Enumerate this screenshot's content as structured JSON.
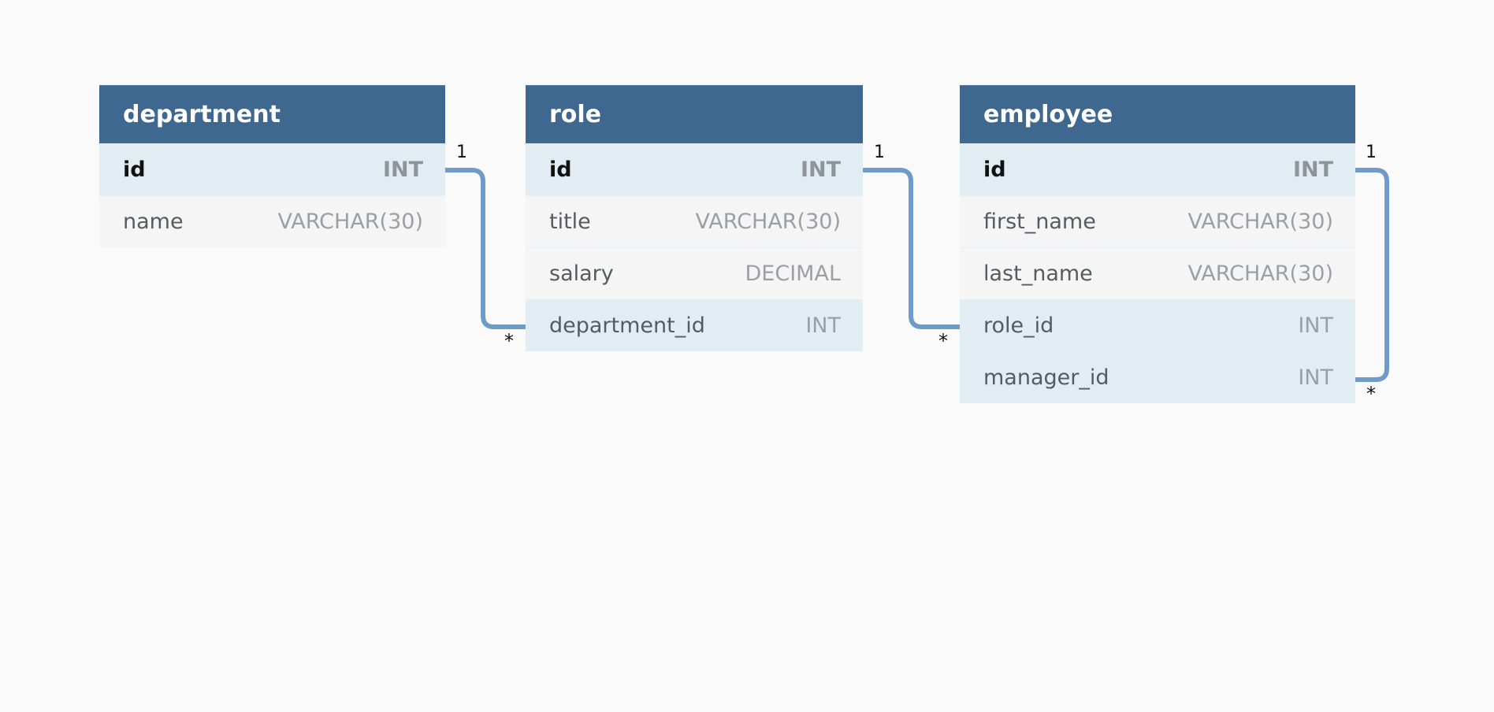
{
  "tables": {
    "department": {
      "name": "department",
      "columns": [
        {
          "name": "id",
          "type": "INT"
        },
        {
          "name": "name",
          "type": "VARCHAR(30)"
        }
      ]
    },
    "role": {
      "name": "role",
      "columns": [
        {
          "name": "id",
          "type": "INT"
        },
        {
          "name": "title",
          "type": "VARCHAR(30)"
        },
        {
          "name": "salary",
          "type": "DECIMAL"
        },
        {
          "name": "department_id",
          "type": "INT"
        }
      ]
    },
    "employee": {
      "name": "employee",
      "columns": [
        {
          "name": "id",
          "type": "INT"
        },
        {
          "name": "first_name",
          "type": "VARCHAR(30)"
        },
        {
          "name": "last_name",
          "type": "VARCHAR(30)"
        },
        {
          "name": "role_id",
          "type": "INT"
        },
        {
          "name": "manager_id",
          "type": "INT"
        }
      ]
    }
  },
  "relations": [
    {
      "from": "department.id",
      "to": "role.department_id",
      "from_card": "1",
      "to_card": "*"
    },
    {
      "from": "role.id",
      "to": "employee.role_id",
      "from_card": "1",
      "to_card": "*"
    },
    {
      "from": "employee.id",
      "to": "employee.manager_id",
      "from_card": "1",
      "to_card": "*"
    }
  ],
  "colors": {
    "header": "#3f6890",
    "key_row": "#e1ecf3",
    "plain_row": "#f5f5f5",
    "connector": "#6f9bc7",
    "background": "#fafafa"
  }
}
